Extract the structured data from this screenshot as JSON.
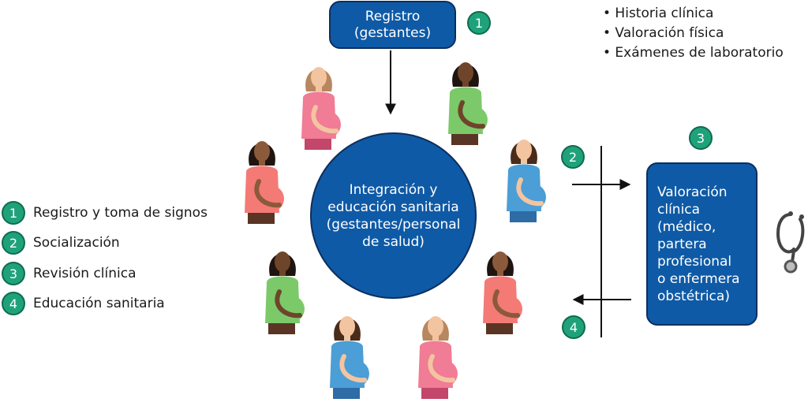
{
  "registro_box": {
    "line1": "Registro",
    "line2": "(gestantes)"
  },
  "center_circle": {
    "lines": [
      "Integración y",
      "educación sanitaria",
      "(gestantes/personal",
      "de salud)"
    ]
  },
  "valoracion_box": {
    "lines": [
      "Valoración",
      "clínica",
      "(médico,",
      "partera",
      "profesional",
      "o enfermera",
      "obstétrica)"
    ]
  },
  "bullets": [
    "• Historia clínica",
    "• Valoración física",
    "• Exámenes de laboratorio"
  ],
  "badges": {
    "b1": "1",
    "b2": "2",
    "b3": "3",
    "b4": "4"
  },
  "legend": [
    {
      "num": "1",
      "label": "Registro y toma de signos"
    },
    {
      "num": "2",
      "label": "Socialización"
    },
    {
      "num": "3",
      "label": "Revisión clínica"
    },
    {
      "num": "4",
      "label": "Educación sanitaria"
    }
  ],
  "colors": {
    "box_blue": "#0f5aa6",
    "badge_green": "#1fa27a"
  }
}
